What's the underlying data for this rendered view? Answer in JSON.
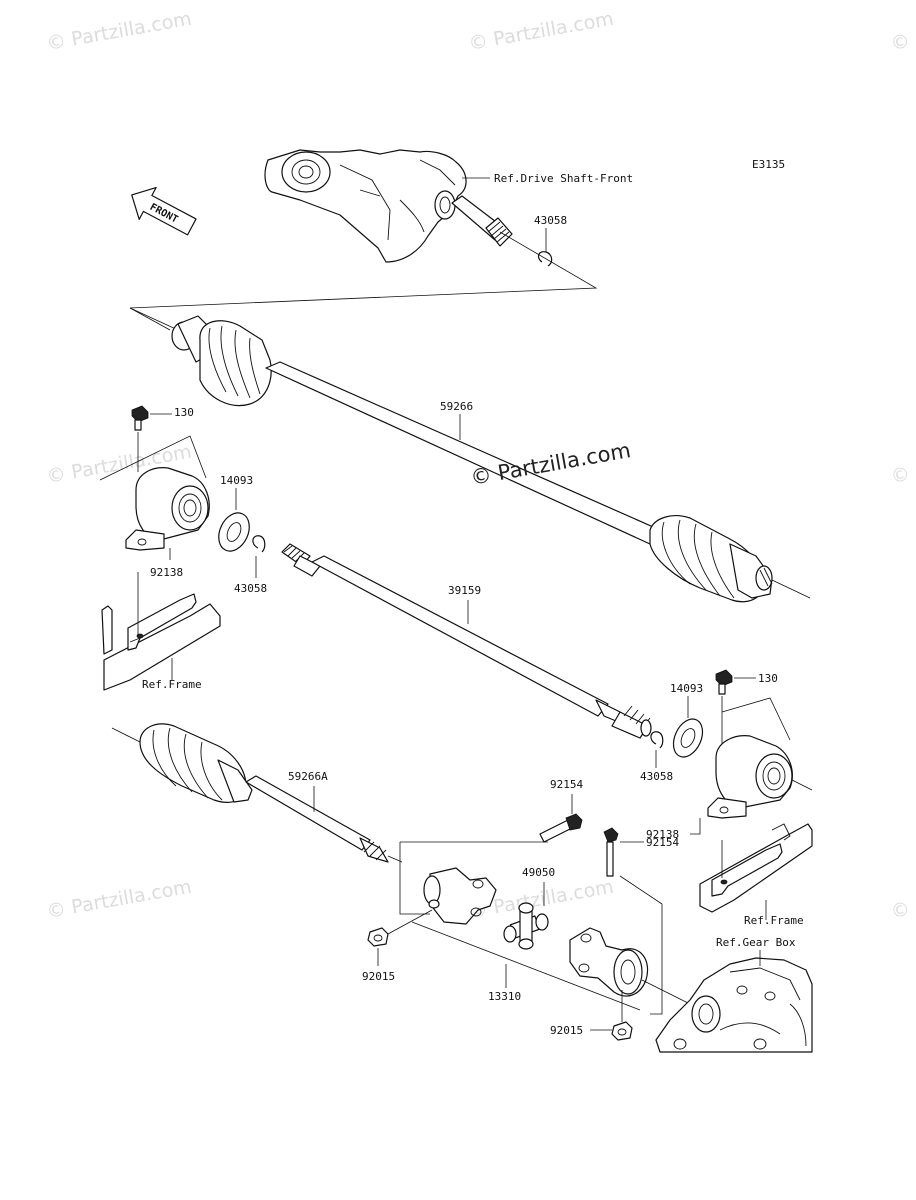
{
  "diagram_code": "E3135",
  "front_arrow": "FRONT",
  "watermarks": [
    "© Partzilla.com",
    "© Partzilla.com",
    "©",
    "© Partzilla.com",
    "©",
    "© Partzilla.com",
    "©",
    "© Partzilla.com"
  ],
  "center_watermark": "© Partzilla.com",
  "refs": {
    "drive_shaft_front": "Ref.Drive Shaft-Front",
    "frame_left": "Ref.Frame",
    "frame_right": "Ref.Frame",
    "gear_box": "Ref.Gear Box"
  },
  "parts": {
    "p43058_top": "43058",
    "p59266": "59266",
    "p130_left": "130",
    "p14093_left": "14093",
    "p92138_left": "92138",
    "p43058_left": "43058",
    "p39159": "39159",
    "p14093_right": "14093",
    "p130_right": "130",
    "p43058_right": "43058",
    "p92138_right": "92138",
    "p59266A": "59266A",
    "p92154_a": "92154",
    "p92154_b": "92154",
    "p49050": "49050",
    "p92015_left": "92015",
    "p13310": "13310",
    "p92015_right": "92015"
  }
}
